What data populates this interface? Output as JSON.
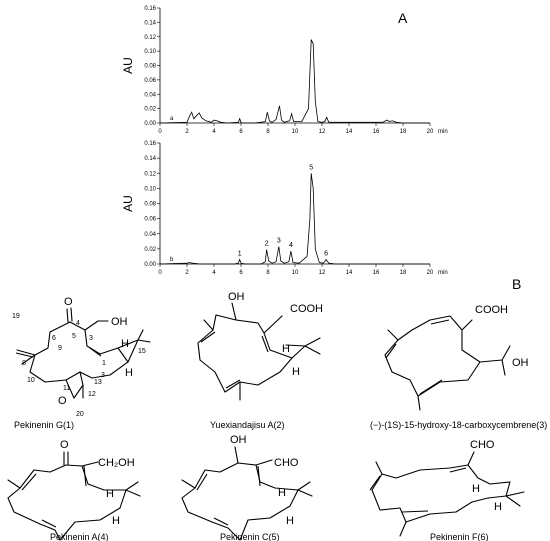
{
  "panels": {
    "a": "A",
    "b": "B"
  },
  "charts": [
    {
      "trace_label": "a"
    },
    {
      "trace_label": "b"
    }
  ],
  "chart_data": [
    {
      "type": "line",
      "ylabel": "AU",
      "xunit": "min",
      "xlim": [
        0,
        20
      ],
      "ylim": [
        0,
        0.16
      ],
      "xticks": [
        0,
        2,
        4,
        6,
        8,
        10,
        12,
        14,
        16,
        18,
        20
      ],
      "yticks": [
        "0.00",
        "0.02",
        "0.04",
        "0.06",
        "0.08",
        "0.10",
        "0.12",
        "0.14",
        "0.16"
      ],
      "trace_label": "a",
      "series": [
        {
          "x": [
            0.0,
            2.0,
            2.2,
            2.35,
            2.5,
            2.7,
            2.9,
            3.1,
            3.4,
            3.8,
            4.0,
            4.2,
            4.5,
            5.0,
            5.8,
            5.9,
            6.0,
            6.1,
            6.2,
            7.0,
            7.8,
            7.95,
            8.1,
            8.3,
            8.6,
            8.85,
            9.0,
            9.2,
            9.6,
            9.75,
            9.9,
            10.5,
            11.0,
            11.2,
            11.35,
            11.5,
            11.7,
            12.0,
            12.2,
            12.35,
            12.5,
            13.0,
            15.0,
            16.5,
            16.8,
            17.0,
            17.2,
            17.5,
            18.0,
            20.0
          ],
          "y": [
            0.0,
            0.001,
            0.01,
            0.015,
            0.006,
            0.01,
            0.014,
            0.007,
            0.003,
            0.001,
            0.004,
            0.003,
            0.001,
            0.0,
            0.001,
            0.006,
            0.001,
            0.0,
            0.0,
            0.0,
            0.002,
            0.015,
            0.003,
            0.001,
            0.005,
            0.024,
            0.004,
            0.001,
            0.003,
            0.013,
            0.002,
            0.002,
            0.02,
            0.116,
            0.11,
            0.03,
            0.002,
            0.001,
            0.002,
            0.008,
            0.001,
            0.001,
            0.001,
            0.001,
            0.004,
            0.002,
            0.003,
            0.001,
            0.0,
            0.0
          ]
        }
      ]
    },
    {
      "type": "line",
      "ylabel": "AU",
      "xunit": "min",
      "xlim": [
        0,
        20
      ],
      "ylim": [
        0,
        0.16
      ],
      "xticks": [
        0,
        2,
        4,
        6,
        8,
        10,
        12,
        14,
        16,
        18,
        20
      ],
      "yticks": [
        "0.00",
        "0.02",
        "0.04",
        "0.06",
        "0.08",
        "0.10",
        "0.12",
        "0.14",
        "0.16"
      ],
      "trace_label": "b",
      "peak_labels": [
        {
          "label": "1",
          "x": 5.9,
          "y": 0.006
        },
        {
          "label": "2",
          "x": 7.9,
          "y": 0.019
        },
        {
          "label": "3",
          "x": 8.8,
          "y": 0.023
        },
        {
          "label": "4",
          "x": 9.7,
          "y": 0.017
        },
        {
          "label": "5",
          "x": 11.2,
          "y": 0.12
        },
        {
          "label": "6",
          "x": 12.3,
          "y": 0.006
        }
      ],
      "series": [
        {
          "x": [
            0.0,
            2.0,
            2.2,
            2.4,
            3.0,
            5.5,
            5.8,
            5.9,
            6.0,
            6.3,
            7.5,
            7.8,
            7.9,
            8.05,
            8.3,
            8.6,
            8.8,
            8.95,
            9.2,
            9.55,
            9.7,
            9.85,
            10.3,
            10.9,
            11.1,
            11.2,
            11.35,
            11.5,
            11.8,
            12.1,
            12.3,
            12.5,
            13.0,
            20.0
          ],
          "y": [
            0.0,
            0.001,
            0.002,
            0.001,
            0.0,
            0.0,
            0.001,
            0.006,
            0.001,
            0.0,
            0.0,
            0.003,
            0.019,
            0.004,
            0.001,
            0.003,
            0.023,
            0.004,
            0.001,
            0.003,
            0.017,
            0.002,
            0.001,
            0.01,
            0.06,
            0.12,
            0.1,
            0.02,
            0.002,
            0.001,
            0.006,
            0.001,
            0.0,
            0.0
          ]
        }
      ]
    }
  ],
  "structures": {
    "captions": [
      "Pekinenin G(1)",
      "Yuexiandajisu A(2)",
      "(−)-(1S)-15-hydroxy-18-carboxycembrene(3)",
      "Pekinenin A(4)",
      "Pekinenin C(5)",
      "Pekinenin F(6)"
    ],
    "atoms": {
      "O": "O",
      "OH": "OH",
      "COOH": "COOH",
      "CH2OH": "CH₂OH",
      "CHO": "CHO",
      "H": "H"
    },
    "numbering": [
      "1",
      "2",
      "3",
      "4",
      "5",
      "6",
      "8",
      "9",
      "10",
      "11",
      "12",
      "13",
      "15",
      "19",
      "20"
    ]
  }
}
